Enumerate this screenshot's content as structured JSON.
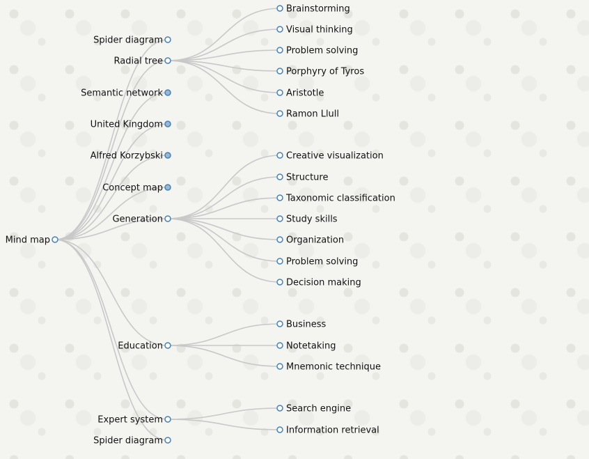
{
  "tree": {
    "name": "Mind map",
    "collapsed": false,
    "children": [
      {
        "name": "Spider diagram",
        "collapsed": false,
        "children": []
      },
      {
        "name": "Radial tree",
        "collapsed": false,
        "children": [
          {
            "name": "Brainstorming",
            "collapsed": false
          },
          {
            "name": "Visual thinking",
            "collapsed": false
          },
          {
            "name": "Problem solving",
            "collapsed": false
          },
          {
            "name": "Porphyry of Tyros",
            "collapsed": false
          },
          {
            "name": "Aristotle",
            "collapsed": false
          },
          {
            "name": "Ramon Llull",
            "collapsed": false
          }
        ]
      },
      {
        "name": "Semantic network",
        "collapsed": true,
        "children": []
      },
      {
        "name": "United Kingdom",
        "collapsed": true,
        "children": []
      },
      {
        "name": "Alfred Korzybski",
        "collapsed": true,
        "children": []
      },
      {
        "name": "Concept map",
        "collapsed": true,
        "children": []
      },
      {
        "name": "Generation",
        "collapsed": false,
        "children": [
          {
            "name": "Creative visualization",
            "collapsed": false
          },
          {
            "name": "Structure",
            "collapsed": false
          },
          {
            "name": "Taxonomic classification",
            "collapsed": false
          },
          {
            "name": "Study skills",
            "collapsed": false
          },
          {
            "name": "Organization",
            "collapsed": false
          },
          {
            "name": "Problem solving",
            "collapsed": false
          },
          {
            "name": "Decision making",
            "collapsed": false
          }
        ]
      },
      {
        "name": "Education",
        "collapsed": false,
        "children": [
          {
            "name": "Business",
            "collapsed": false
          },
          {
            "name": "Notetaking",
            "collapsed": false
          },
          {
            "name": "Mnemonic technique",
            "collapsed": false
          }
        ]
      },
      {
        "name": "Expert system",
        "collapsed": false,
        "children": [
          {
            "name": "Search engine",
            "collapsed": false
          },
          {
            "name": "Information retrieval",
            "collapsed": false
          }
        ]
      },
      {
        "name": "Spider diagram",
        "collapsed": false,
        "children": []
      }
    ]
  },
  "colors": {
    "link": "#c8c8c8",
    "node_stroke": "#4682b4",
    "node_fill_open": "#ffffff",
    "node_fill_collapsed": "#9ab7d6",
    "label": "#111111"
  }
}
